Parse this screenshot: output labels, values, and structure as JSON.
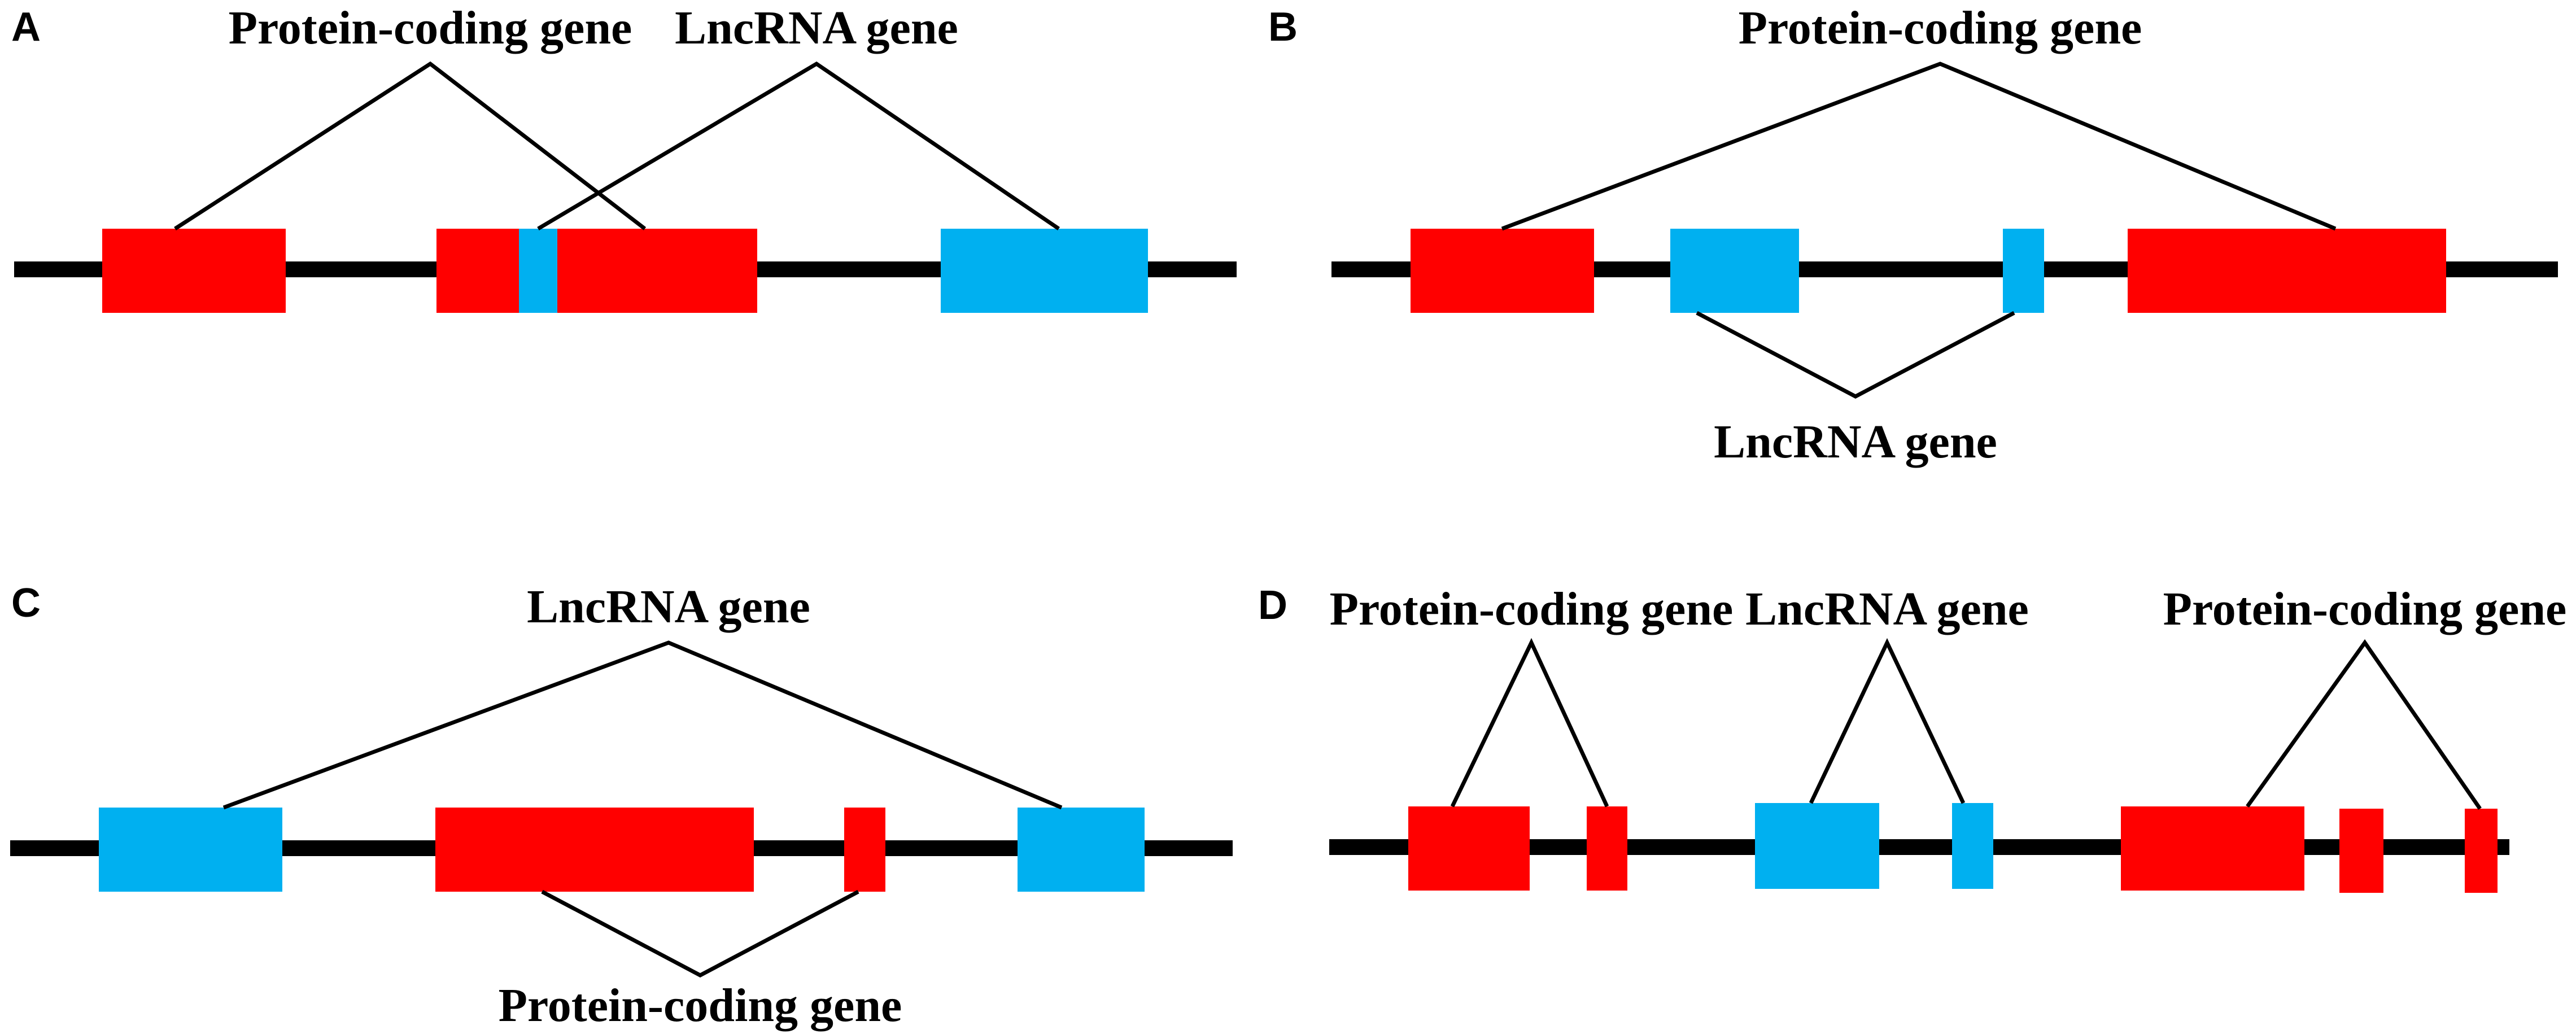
{
  "colors": {
    "protein_coding": "#ff0000",
    "lncrna": "#00b0f0",
    "line": "#000000",
    "background": "#ffffff"
  },
  "panels": [
    {
      "letter": "A",
      "labels": [
        "Protein-coding gene",
        "LncRNA gene"
      ]
    },
    {
      "letter": "B",
      "labels": [
        "Protein-coding gene",
        "LncRNA gene"
      ]
    },
    {
      "letter": "C",
      "labels": [
        "LncRNA gene",
        "Protein-coding gene"
      ]
    },
    {
      "letter": "D",
      "labels": [
        "Protein-coding gene",
        "LncRNA gene",
        "Protein-coding gene"
      ]
    }
  ]
}
